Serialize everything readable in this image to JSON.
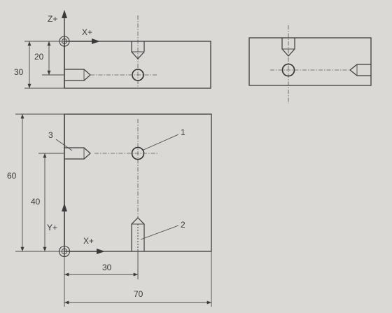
{
  "axes": {
    "z_plus": "Z+",
    "x_plus_top": "X+",
    "y_plus": "Y+",
    "x_plus_bottom": "X+"
  },
  "dimensions": {
    "dim_20": "20",
    "dim_30_height": "30",
    "dim_60": "60",
    "dim_40": "40",
    "dim_30_width": "30",
    "dim_70": "70"
  },
  "callouts": {
    "hole_1": "1",
    "hole_2": "2",
    "hole_3": "3"
  },
  "colors": {
    "background": "#dad9d6",
    "ink": "#3a3a3a"
  }
}
